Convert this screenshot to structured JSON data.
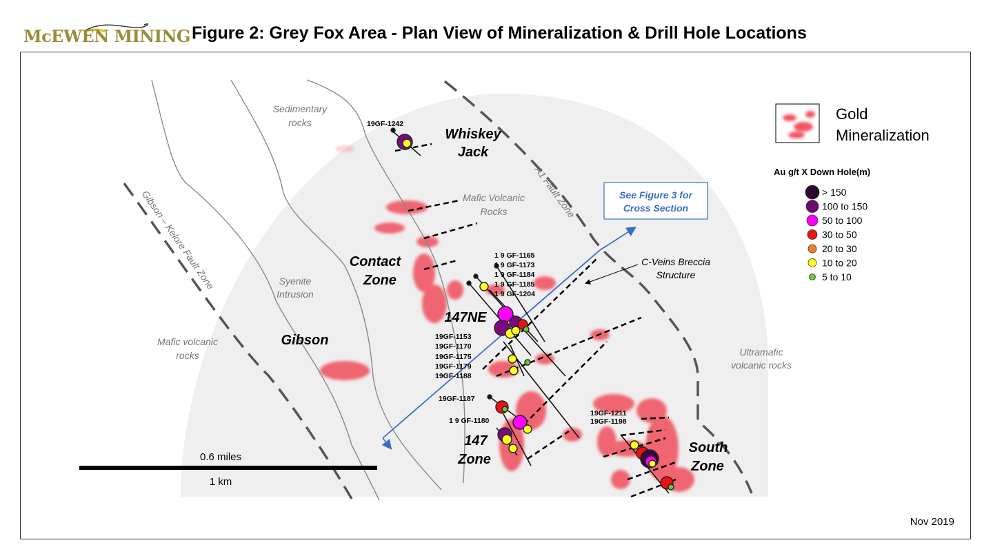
{
  "header": {
    "logo_text": "McEWEN MINING",
    "title": "Figure 2: Grey Fox Area - Plan View of Mineralization & Drill Hole Locations"
  },
  "map": {
    "rock_labels": {
      "sedimentary": [
        "Sedimentary",
        "rocks"
      ],
      "mafic_volcanic_rocks": [
        "Mafic Volcanic",
        "Rocks"
      ],
      "syenite": [
        "Syenite",
        "Intrusion"
      ],
      "mafic_volcanic_left": [
        "Mafic volcanic",
        "rocks"
      ],
      "ultramafic": [
        "Ultramafic",
        "volcanic rocks"
      ]
    },
    "zone_labels": {
      "whiskey_jack": [
        "Whiskey",
        "Jack"
      ],
      "contact_zone": [
        "Contact",
        "Zone"
      ],
      "z147ne": "147NE",
      "gibson": "Gibson",
      "z147": [
        "147",
        "Zone"
      ],
      "south_zone": [
        "South",
        "Zone"
      ]
    },
    "fault_labels": {
      "gibson_kelore": "Gibson – Kelore Fault Zone",
      "a1": "A1 Fault Zone"
    },
    "structure_label": [
      "C-Veins Breccia",
      "Structure"
    ],
    "callout": [
      "See Figure 3 for",
      "Cross Section"
    ],
    "drill_hole_labels": {
      "whiskey": [
        "19GF-1242"
      ],
      "ne_upper": [
        "1 9 GF-1165",
        "1 9 GF-1173",
        "1 9 GF-1184",
        "1 9 GF-1185",
        "1 9 GF-1204"
      ],
      "ne_lower": [
        "19GF-1153",
        "19GF-1170",
        "19GF-1175",
        "19GF-1179",
        "19GF-1188"
      ],
      "z147_a": [
        "19GF-1187"
      ],
      "z147_b": [
        "1 9 GF-1180"
      ],
      "south": [
        "19GF-1211",
        "19GF-1198"
      ]
    },
    "scale_bar": {
      "top_label": "0.6 miles",
      "bottom_label": "1 km"
    }
  },
  "legend": {
    "gold_label": [
      "Gold",
      "Mineralization"
    ],
    "au_title": "Au g/t X Down Hole(m)",
    "items": [
      {
        "label": "> 150",
        "color": "#2a0a2e"
      },
      {
        "label": "100 to 150",
        "color": "#6b0a6e"
      },
      {
        "label": "50 to 100",
        "color": "#ff00ff"
      },
      {
        "label": "30 to 50",
        "color": "#ee1111"
      },
      {
        "label": "20 to 30",
        "color": "#f07f2a"
      },
      {
        "label": "10 to 20",
        "color": "#ffff22"
      },
      {
        "label": "5 to 10",
        "color": "#66cc33"
      }
    ]
  },
  "footer": {
    "date": "Nov 2019"
  }
}
